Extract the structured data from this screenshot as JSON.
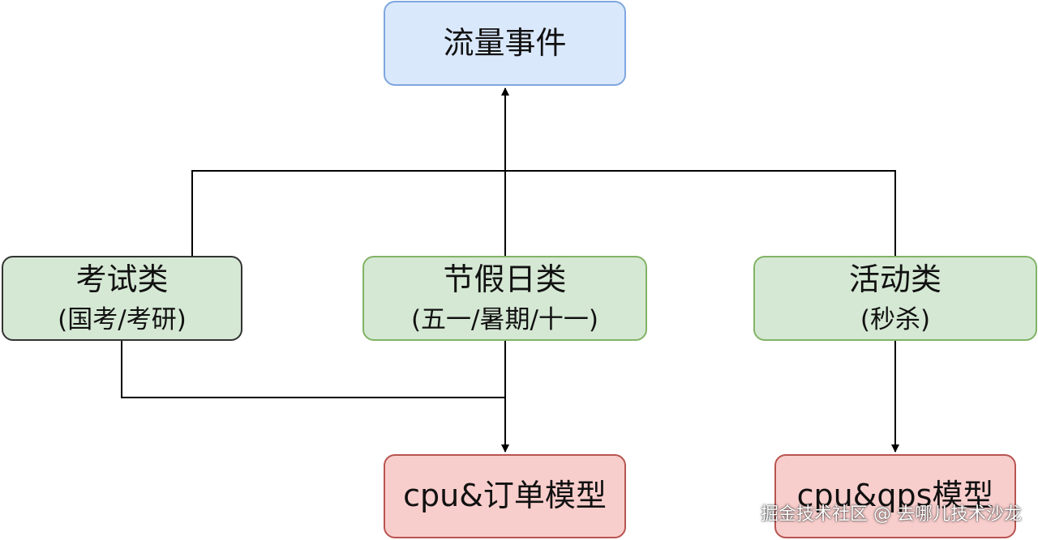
{
  "nodes": {
    "traffic": {
      "title": "流量事件"
    },
    "exam": {
      "title": "考试类",
      "sub": "(国考/考研)"
    },
    "holiday": {
      "title": "节假日类",
      "sub": "(五一/暑期/十一)"
    },
    "activity": {
      "title": "活动类",
      "sub": "(秒杀)"
    },
    "cpu_order": {
      "title": "cpu&订单模型"
    },
    "cpu_qps": {
      "title": "cpu&qps模型"
    }
  },
  "watermark": "掘金技术社区 @ 去哪儿技术沙龙",
  "colors": {
    "blue_fill": "#dae8fc",
    "green_fill": "#d5e8d4",
    "red_fill": "#f8cecc",
    "edge": "#000000"
  }
}
